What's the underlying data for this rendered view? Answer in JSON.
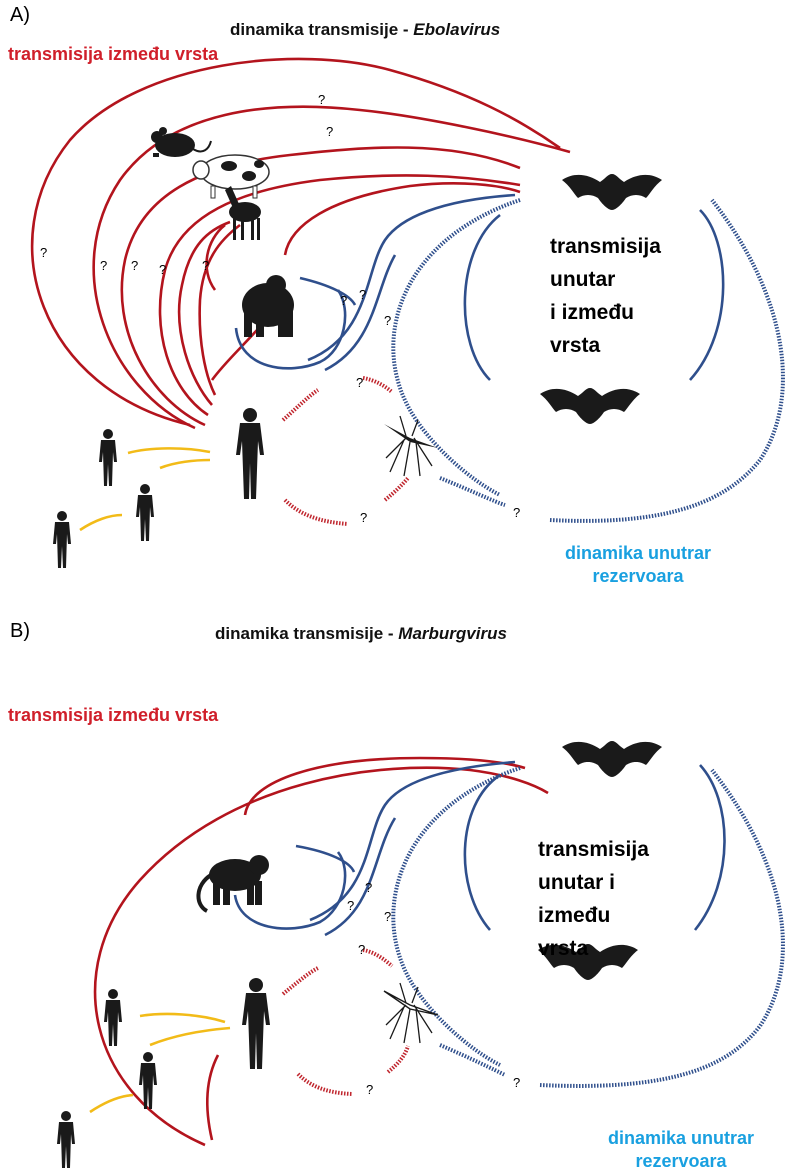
{
  "panel_a": {
    "label": "A)",
    "title_prefix": "dinamika transmisije - ",
    "title_virus": "Ebolavirus",
    "between_species": "transmisija između vrsta",
    "within_lines": [
      "transmisija",
      "unutar",
      "i između",
      "vrsta"
    ],
    "reservoir_lines": [
      "dinamika unutrar",
      "rezervoara"
    ],
    "question_mark": "?"
  },
  "panel_b": {
    "label": "B)",
    "title_prefix": "dinamika transmisije - ",
    "title_virus": "Marburgvirus",
    "between_species": "transmisija između vrsta",
    "within_lines": [
      "transmisija",
      "unutar i",
      "između",
      "vrsta"
    ],
    "reservoir_lines": [
      "dinamika unutrar",
      "rezervoara"
    ],
    "question_mark": "?"
  },
  "colors": {
    "between_species": "#d01f2a",
    "reservoir": "#19a0e0",
    "red_arc": "#b3141d",
    "blue_arc": "#2f4f8c",
    "human_to_human": "#f2bb18"
  },
  "icons": [
    "bat-icon",
    "rodent-icon",
    "pig-icon",
    "antelope-icon",
    "gorilla-icon",
    "monkey-icon",
    "human-icon",
    "mosquito-icon"
  ]
}
